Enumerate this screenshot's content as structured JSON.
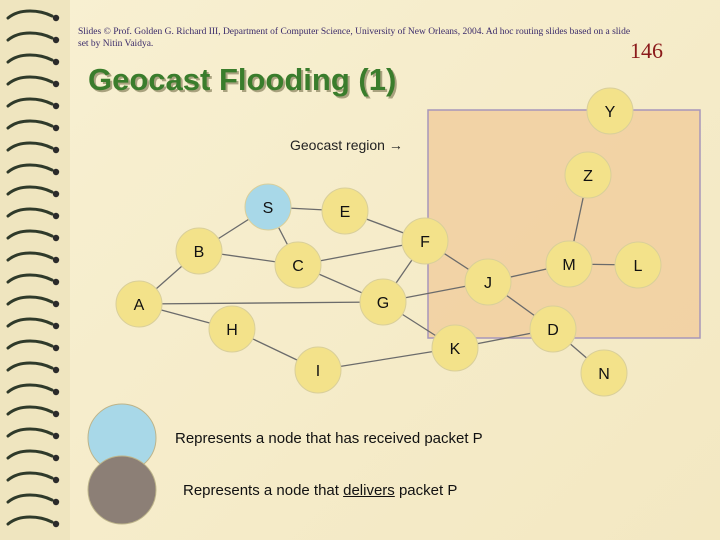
{
  "credit": "Slides © Prof. Golden G. Richard III, Department of Computer Science, University of New Orleans, 2004. Ad hoc routing slides based on a slide set by Nitin Vaidya.",
  "page_number": "146",
  "title": "Geocast Flooding (1)",
  "geocast_region_label": "Geocast region →",
  "colors": {
    "received": "#a8d8e8",
    "delivers": "#8c7f76",
    "normal": "#f3e28a",
    "region_fill": "#f2cfa0",
    "region_stroke": "#9a88b8",
    "title": "#3a7d2c"
  },
  "nodes": [
    {
      "id": "S",
      "state": "received"
    },
    {
      "id": "E",
      "state": "normal"
    },
    {
      "id": "F",
      "state": "normal"
    },
    {
      "id": "B",
      "state": "normal"
    },
    {
      "id": "C",
      "state": "normal"
    },
    {
      "id": "A",
      "state": "normal"
    },
    {
      "id": "G",
      "state": "normal"
    },
    {
      "id": "H",
      "state": "normal"
    },
    {
      "id": "I",
      "state": "normal"
    },
    {
      "id": "K",
      "state": "normal"
    },
    {
      "id": "J",
      "state": "normal"
    },
    {
      "id": "M",
      "state": "normal"
    },
    {
      "id": "D",
      "state": "normal"
    },
    {
      "id": "N",
      "state": "normal"
    },
    {
      "id": "L",
      "state": "normal"
    },
    {
      "id": "Y",
      "state": "normal"
    },
    {
      "id": "Z",
      "state": "normal"
    }
  ],
  "edges": [
    [
      "S",
      "E"
    ],
    [
      "S",
      "C"
    ],
    [
      "S",
      "B"
    ],
    [
      "E",
      "F"
    ],
    [
      "B",
      "A"
    ],
    [
      "B",
      "C"
    ],
    [
      "C",
      "F"
    ],
    [
      "C",
      "G"
    ],
    [
      "A",
      "H"
    ],
    [
      "A",
      "G"
    ],
    [
      "H",
      "I"
    ],
    [
      "G",
      "F"
    ],
    [
      "G",
      "K"
    ],
    [
      "F",
      "J"
    ],
    [
      "J",
      "M"
    ],
    [
      "J",
      "D"
    ],
    [
      "M",
      "L"
    ],
    [
      "D",
      "N"
    ],
    [
      "K",
      "D"
    ],
    [
      "K",
      "I"
    ],
    [
      "G",
      "J"
    ],
    [
      "Z",
      "M"
    ]
  ],
  "legend": {
    "received_text": "Represents a node that has received packet P",
    "delivers_prefix": "Represents a node that ",
    "delivers_underlined": "delivers",
    "delivers_suffix": " packet P"
  }
}
